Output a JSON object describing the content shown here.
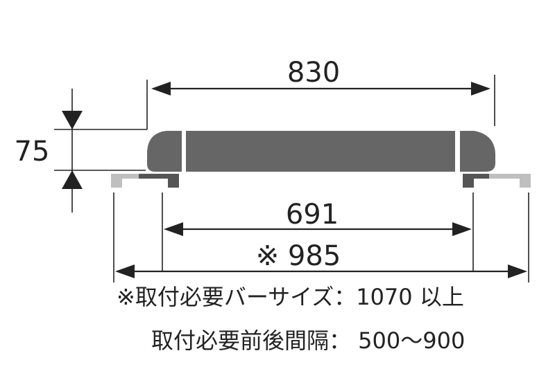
{
  "diagram": {
    "dimensions": {
      "top_width": "830",
      "height": "75",
      "inner_width": "691",
      "outer_width": "※ 985"
    },
    "notes": {
      "required_bar_size": "※取付必要バーサイズ：1070 以上",
      "required_spacing": "取付必要前後間隔： 500〜900"
    },
    "colors": {
      "body": "#666666",
      "bracket_light": "#bfbfbf",
      "bracket_dark": "#555555",
      "line": "#222222"
    }
  }
}
